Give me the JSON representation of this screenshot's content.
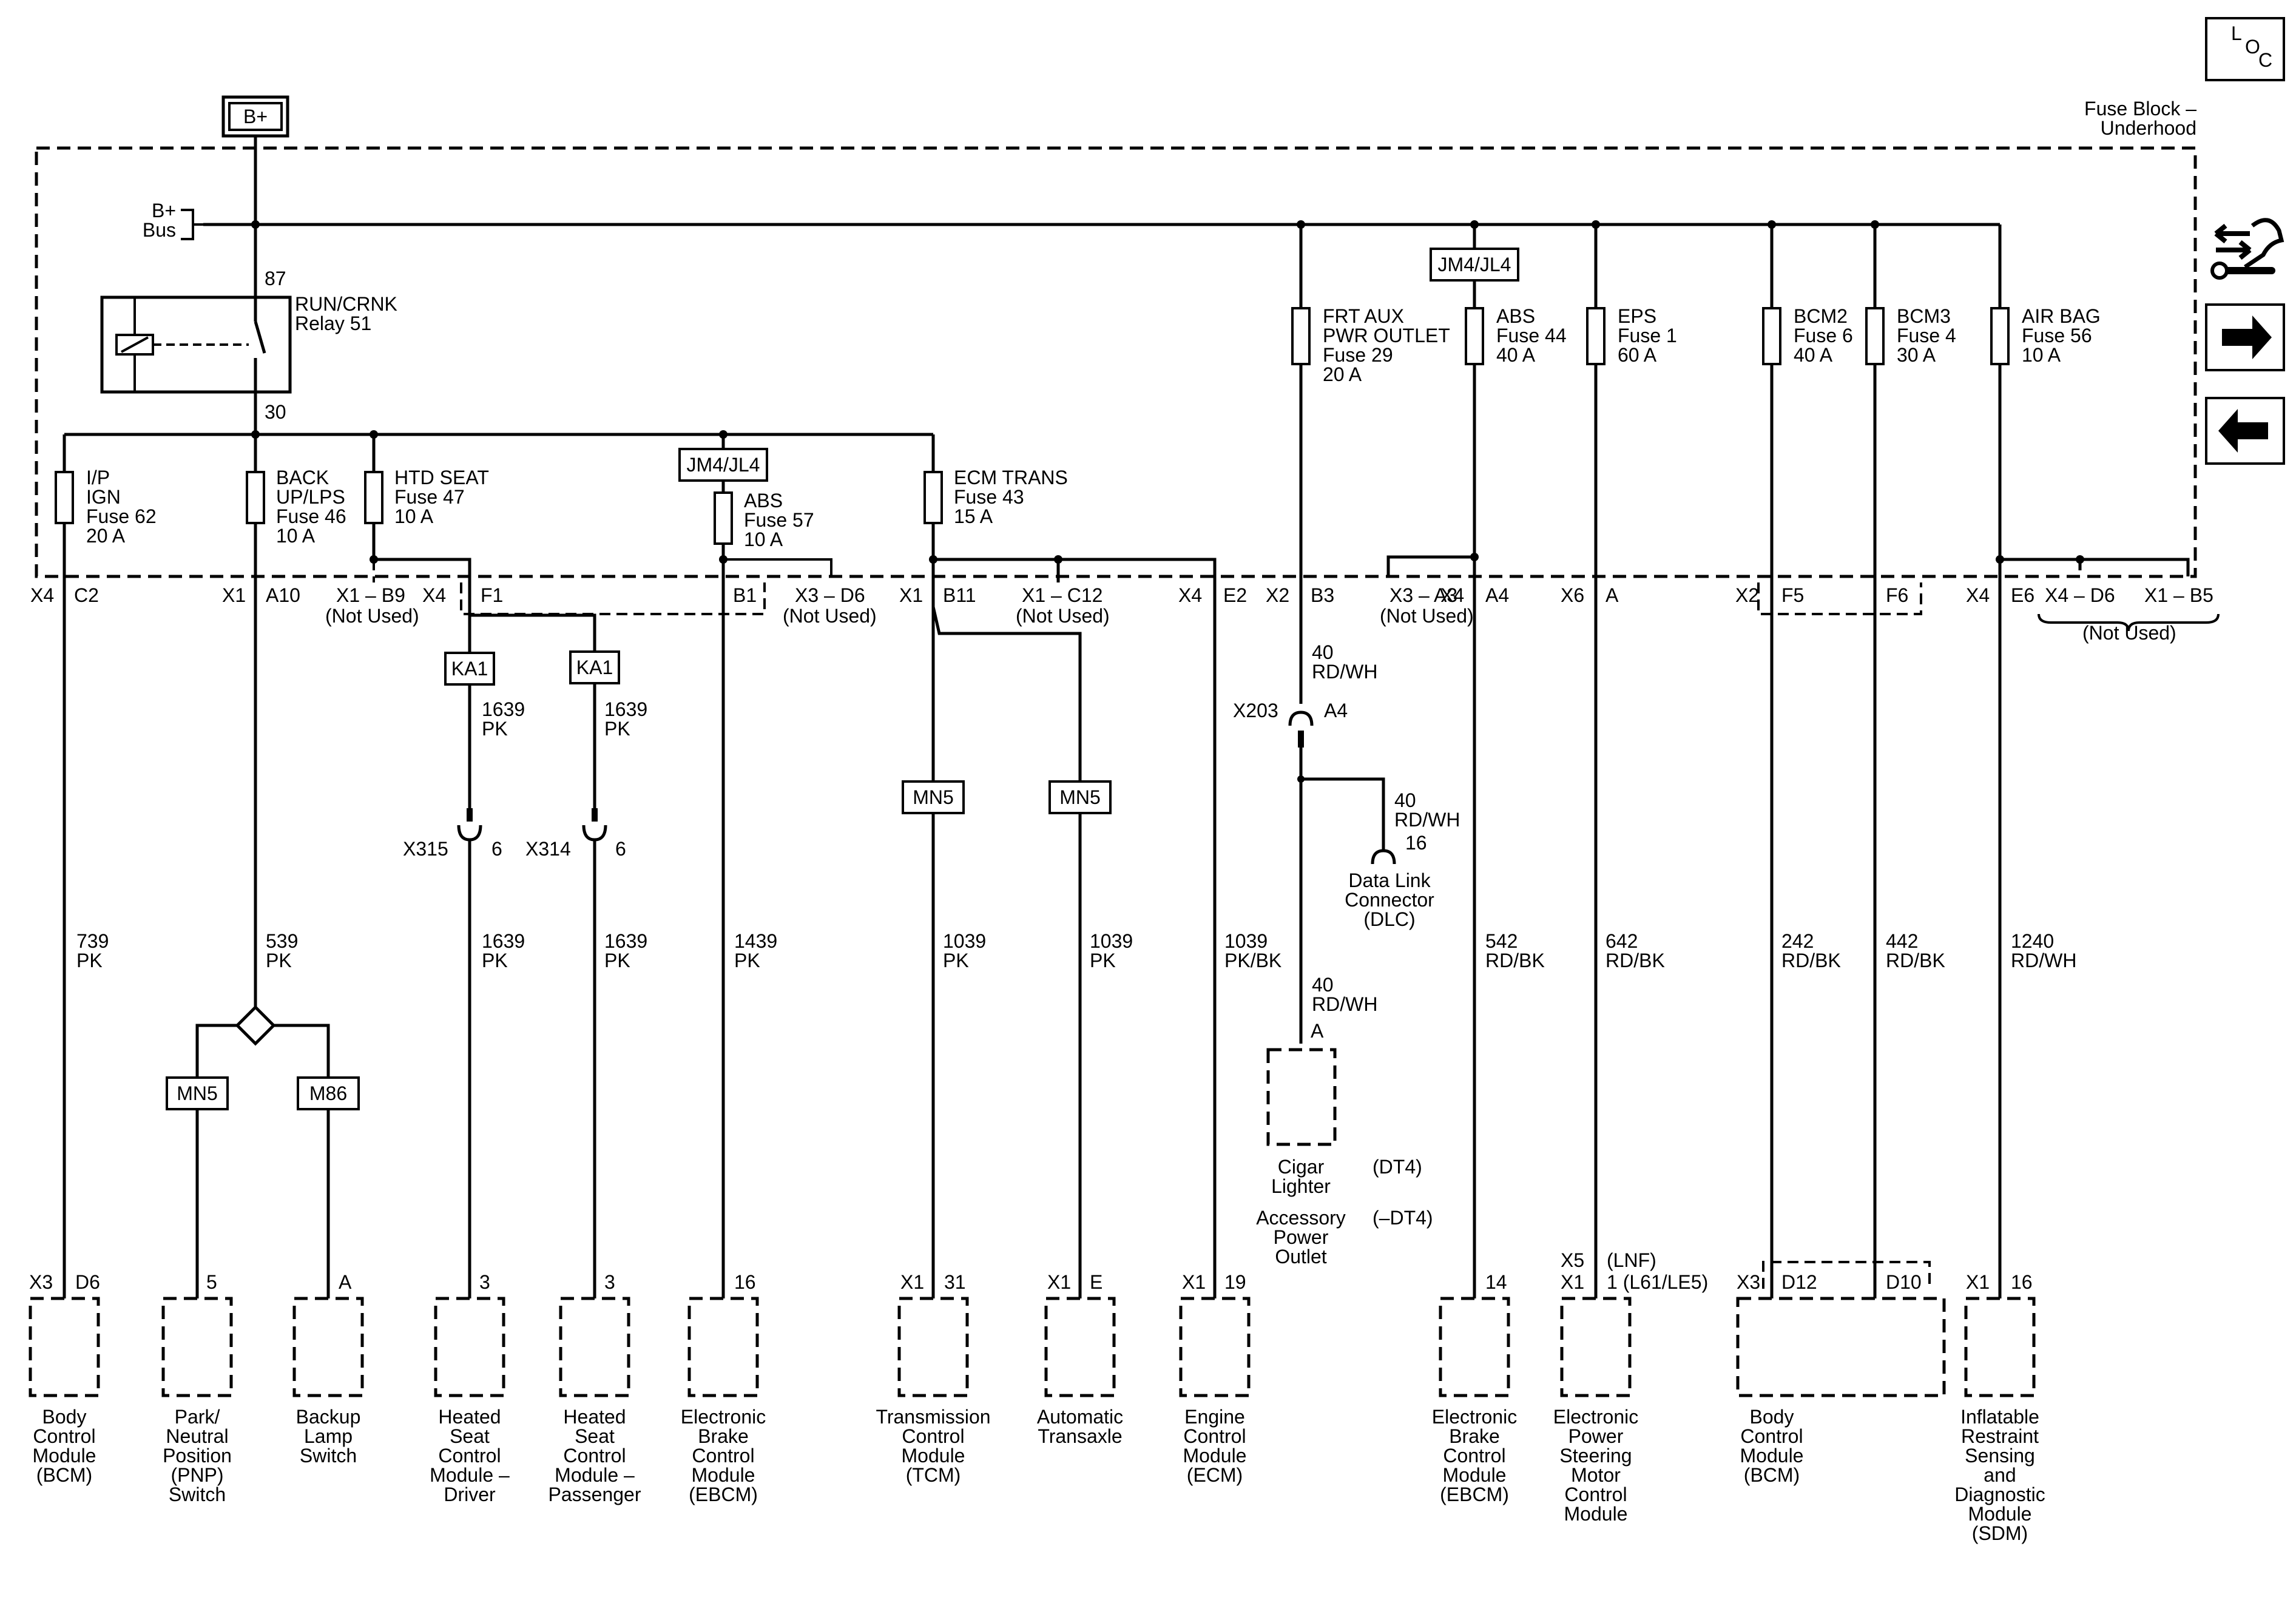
{
  "header": {
    "bplus": "B+",
    "loc": [
      "L",
      "O",
      "C"
    ],
    "fuse_block_title": [
      "Fuse Block –",
      "Underhood"
    ]
  },
  "nav": {
    "icons": [
      "circuit-tools-icon",
      "arrow-right-icon",
      "arrow-left-icon"
    ]
  },
  "bus": {
    "label": [
      "B+",
      "Bus"
    ]
  },
  "relay": {
    "pin_top": "87",
    "pin_bottom": "30",
    "label": [
      "RUN/CRNK",
      "Relay 51"
    ]
  },
  "upper_fuses": [
    {
      "label": [
        "FRT AUX",
        "PWR OUTLET",
        "Fuse 29",
        "20 A"
      ]
    },
    {
      "label": [
        "ABS",
        "Fuse 44",
        "40 A"
      ]
    },
    {
      "label": [
        "EPS",
        "Fuse 1",
        "60 A"
      ]
    },
    {
      "label": [
        "BCM2",
        "Fuse 6",
        "40 A"
      ]
    },
    {
      "label": [
        "BCM3",
        "Fuse 4",
        "30 A"
      ]
    },
    {
      "label": [
        "AIR BAG",
        "Fuse 56",
        "10 A"
      ]
    }
  ],
  "lower_fuses": [
    {
      "label": [
        "I/P",
        "IGN",
        "Fuse 62",
        "20 A"
      ]
    },
    {
      "label": [
        "BACK",
        "UP/LPS",
        "Fuse 46",
        "10 A"
      ]
    },
    {
      "label": [
        "HTD SEAT",
        "Fuse 47",
        "10 A"
      ]
    },
    {
      "label": [
        "ABS",
        "Fuse 57",
        "10 A"
      ]
    },
    {
      "label": [
        "ECM TRANS",
        "Fuse 43",
        "15 A"
      ]
    }
  ],
  "option_codes": {
    "jm4": "JM4/JL4",
    "ka1": "KA1",
    "mn5": "MN5",
    "m86": "M86"
  },
  "fuse_block_pins": {
    "p1": [
      "X4",
      "C2"
    ],
    "p2": [
      "X1",
      "A10"
    ],
    "p3": [
      "X1 – B9",
      "(Not Used)",
      "X4",
      "F1"
    ],
    "p4": [
      "B1",
      "X3 – D6",
      "(Not Used)"
    ],
    "p5": [
      "X1",
      "B11",
      "X1 – C12",
      "(Not Used)",
      "X4",
      "E2"
    ],
    "p6": [
      "X2",
      "B3",
      "X3 – A3",
      "(Not Used)",
      "X4",
      "A4"
    ],
    "p7": [
      "X6",
      "A"
    ],
    "p8": [
      "X2",
      "F5",
      "F6"
    ],
    "p9": [
      "X4",
      "E6",
      "X4 – D6",
      "X1 – B5",
      "(Not Used)"
    ]
  },
  "wires": {
    "w739": [
      "739",
      "PK"
    ],
    "w539": [
      "539",
      "PK"
    ],
    "w1639a": [
      "1639",
      "PK"
    ],
    "w1639b": [
      "1639",
      "PK"
    ],
    "w1639c": [
      "1639",
      "PK"
    ],
    "w1639d": [
      "1639",
      "PK"
    ],
    "w1439": [
      "1439",
      "PK"
    ],
    "w1039a": [
      "1039",
      "PK"
    ],
    "w1039b": [
      "1039",
      "PK"
    ],
    "w1039c": [
      "1039",
      "PK/BK"
    ],
    "w40a": [
      "40",
      "RD/WH"
    ],
    "w40b": [
      "40",
      "RD/WH"
    ],
    "w40c": [
      "40",
      "RD/WH"
    ],
    "w542": [
      "542",
      "RD/BK"
    ],
    "w642": [
      "642",
      "RD/BK"
    ],
    "w242": [
      "242",
      "RD/BK"
    ],
    "w442": [
      "442",
      "RD/BK"
    ],
    "w1240": [
      "1240",
      "RD/WH"
    ]
  },
  "connectors": {
    "x315": [
      "X315",
      "6"
    ],
    "x314": [
      "X314",
      "6"
    ],
    "x203": [
      "X203",
      "A4"
    ],
    "dlc_pin": "16",
    "dlc_label": [
      "Data Link",
      "Connector",
      "(DLC)"
    ],
    "cigar_pin": "A",
    "cigar_label": [
      "Cigar",
      "Lighter",
      "(DT4)",
      "Accessory",
      "Power",
      "Outlet",
      "(–DT4)"
    ]
  },
  "modules": [
    {
      "pins": [
        "X3",
        "D6"
      ],
      "label": [
        "Body",
        "Control",
        "Module",
        "(BCM)"
      ]
    },
    {
      "pins": [
        "",
        "5"
      ],
      "label": [
        "Park/",
        "Neutral",
        "Position",
        "(PNP)",
        "Switch"
      ]
    },
    {
      "pins": [
        "",
        "A"
      ],
      "label": [
        "Backup",
        "Lamp",
        "Switch"
      ]
    },
    {
      "pins": [
        "",
        "3"
      ],
      "label": [
        "Heated",
        "Seat",
        "Control",
        "Module –",
        "Driver"
      ]
    },
    {
      "pins": [
        "",
        "3"
      ],
      "label": [
        "Heated",
        "Seat",
        "Control",
        "Module –",
        "Passenger"
      ]
    },
    {
      "pins": [
        "",
        "16"
      ],
      "label": [
        "Electronic",
        "Brake",
        "Control",
        "Module",
        "(EBCM)"
      ]
    },
    {
      "pins": [
        "X1",
        "31"
      ],
      "label": [
        "Transmission",
        "Control",
        "Module",
        "(TCM)"
      ]
    },
    {
      "pins": [
        "X1",
        "E"
      ],
      "label": [
        "Automatic",
        "Transaxle"
      ]
    },
    {
      "pins": [
        "X1",
        "19"
      ],
      "label": [
        "Engine",
        "Control",
        "Module",
        "(ECM)"
      ]
    },
    {
      "pins": [
        "",
        "14"
      ],
      "label": [
        "Electronic",
        "Brake",
        "Control",
        "Module",
        "(EBCM)"
      ]
    },
    {
      "pins": [
        "X5",
        "(LNF)",
        "X1",
        "1 (L61/LE5)"
      ],
      "label": [
        "Electronic",
        "Power",
        "Steering",
        "Motor",
        "Control",
        "Module"
      ]
    },
    {
      "pins": [
        "X3",
        "D12",
        "D10"
      ],
      "label": [
        "Body",
        "Control",
        "Module",
        "(BCM)"
      ]
    },
    {
      "pins": [
        "X1",
        "16"
      ],
      "label": [
        "Inflatable",
        "Restraint",
        "Sensing",
        "and",
        "Diagnostic",
        "Module",
        "(SDM)"
      ]
    }
  ]
}
